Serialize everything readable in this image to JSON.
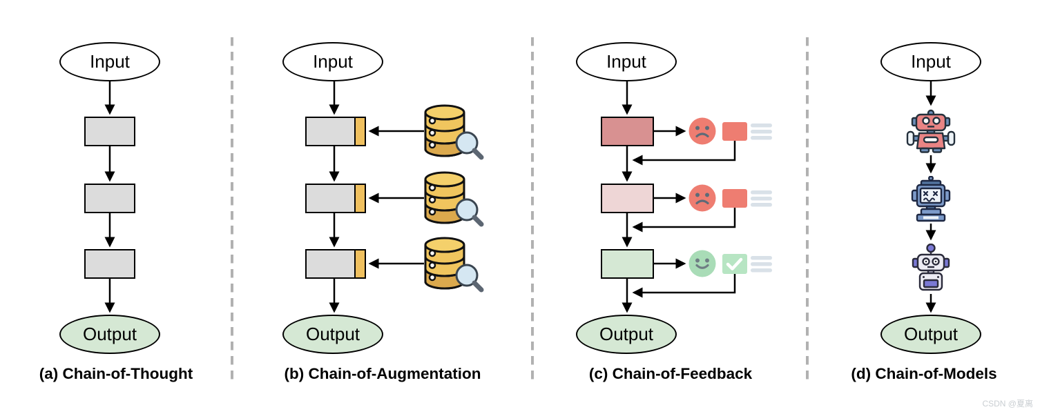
{
  "panels": [
    {
      "caption": "(a) Chain-of-Thought",
      "input_label": "Input",
      "output_label": "Output",
      "steps": 3
    },
    {
      "caption": "(b) Chain-of-Augmentation",
      "input_label": "Input",
      "output_label": "Output",
      "steps": 3,
      "augmentation_sources": [
        "database-search-icon",
        "database-search-icon",
        "database-search-icon"
      ]
    },
    {
      "caption": "(c) Chain-of-Feedback",
      "input_label": "Input",
      "output_label": "Output",
      "steps": 3,
      "feedback_rounds": [
        {
          "result": "negative",
          "icons": [
            "sad-face-icon",
            "red-note-icon",
            "text-lines-icon"
          ]
        },
        {
          "result": "negative",
          "icons": [
            "sad-face-icon",
            "red-note-icon",
            "text-lines-icon"
          ]
        },
        {
          "result": "positive",
          "icons": [
            "happy-face-icon",
            "check-icon",
            "text-lines-icon"
          ]
        }
      ]
    },
    {
      "caption": "(d) Chain-of-Models",
      "input_label": "Input",
      "output_label": "Output",
      "models": [
        "red-robot-icon",
        "blue-robot-icon",
        "purple-robot-icon"
      ]
    }
  ],
  "colors": {
    "step_box_gray": "#dcdcdc",
    "augmentation_strip": "#efc05f",
    "output_green": "#d5e8d4",
    "feedback_strong_red": "#d89191",
    "feedback_light_red": "#eed6d6",
    "feedback_green": "#d5e8d4",
    "negative_red": "#ee7d71",
    "positive_green": "#a9dcb7",
    "divider_gray": "#b1b1b1",
    "watermark_gray": "#c9ced2"
  },
  "watermark": "CSDN @夏离"
}
